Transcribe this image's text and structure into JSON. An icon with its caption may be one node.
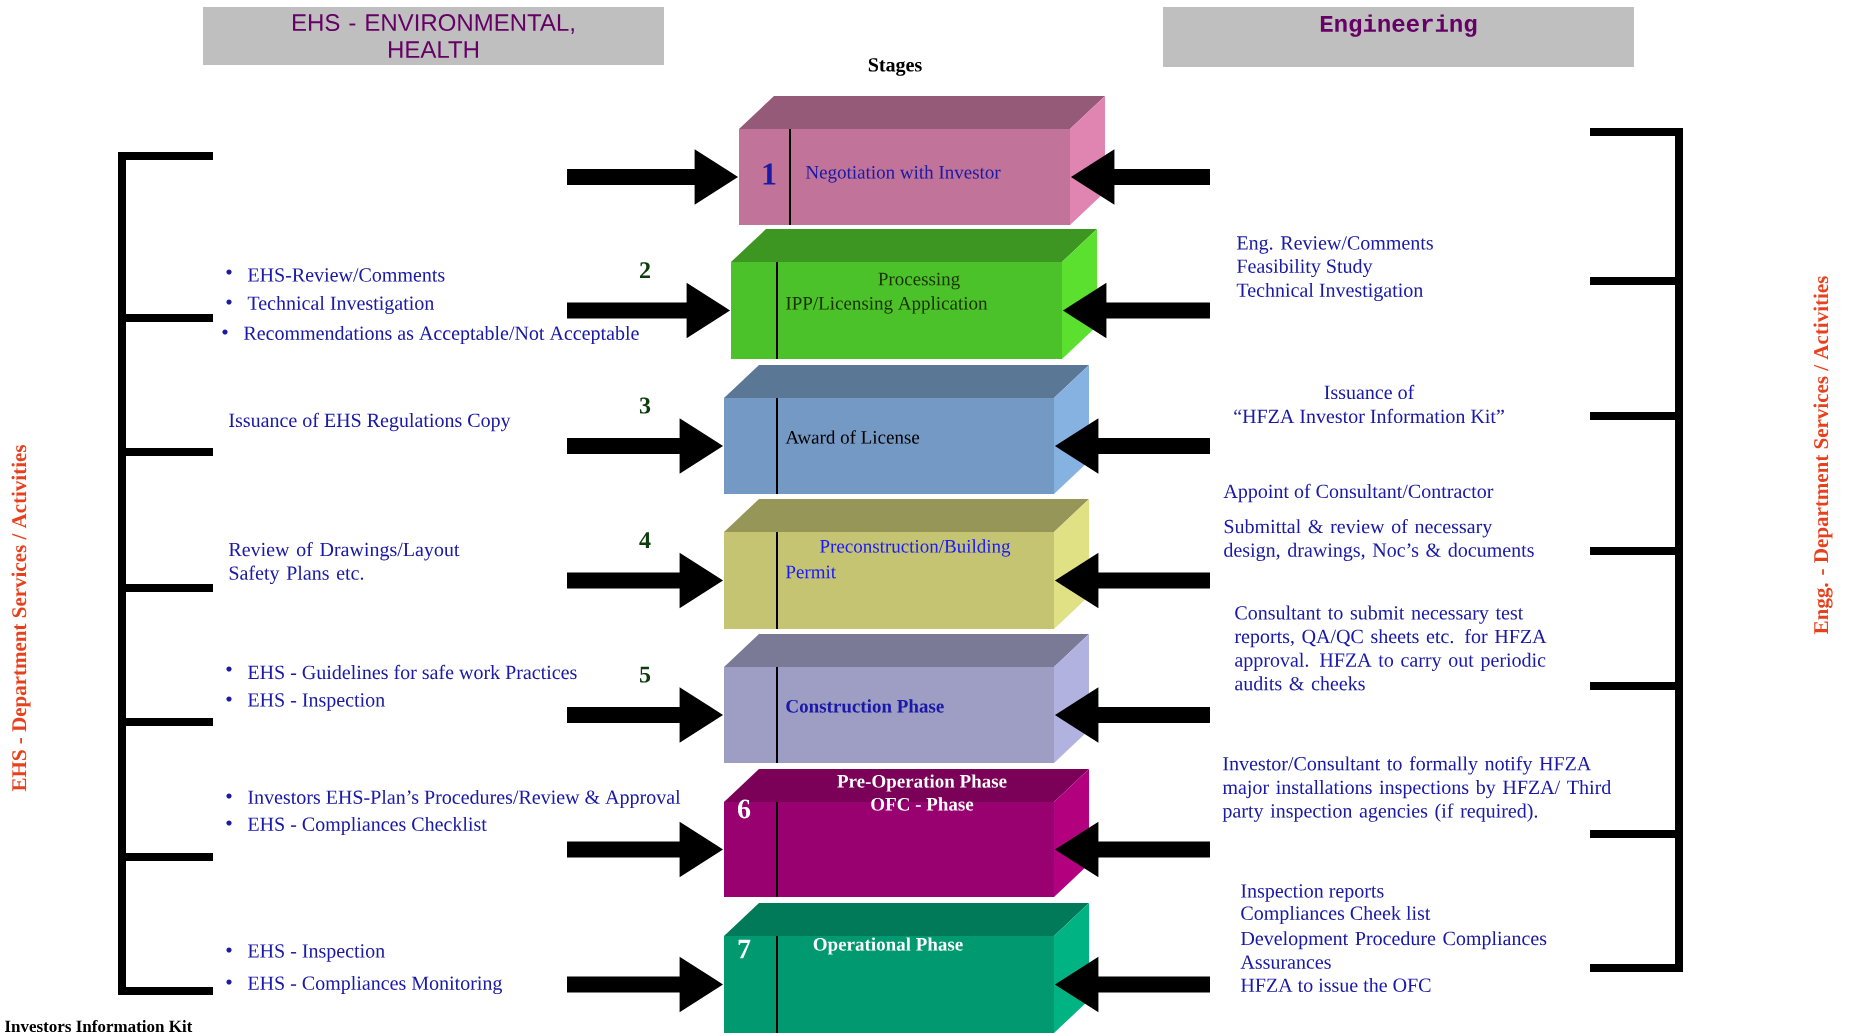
{
  "diagram": {
    "nodes": [
      {
        "text": [
          "EHS - ENVIRONMENTAL, HEALTH"
        ]
      },
      {
        "text": [
          "Engineering"
        ]
      },
      {
        "text": [
          "1",
          "Negotiation with Investor"
        ]
      },
      {
        "text": [
          "Processing",
          "IPP/Licensing Application"
        ],
        "beside": [
          "2"
        ]
      },
      {
        "text": [
          "Award of License"
        ],
        "beside": [
          "3"
        ]
      },
      {
        "text": [
          "Preconstruction/Building",
          "Permit"
        ],
        "beside": [
          "4"
        ]
      },
      {
        "text": [
          "Construction Phase"
        ],
        "beside": [
          "5"
        ]
      },
      {
        "text": [
          "6",
          "Pre-Operation Phase",
          "OFC - Phase"
        ]
      },
      {
        "text": [
          "7",
          "Operational Phase"
        ]
      }
    ],
    "edges": [
      {
        "from": null,
        "to": 2,
        "arrow": "to"
      },
      {
        "from": null,
        "to": 3,
        "arrow": "to"
      },
      {
        "from": null,
        "to": 4,
        "arrow": "to"
      },
      {
        "from": null,
        "to": 5,
        "arrow": "to"
      },
      {
        "from": null,
        "to": 6,
        "arrow": "to"
      },
      {
        "from": null,
        "to": 7,
        "arrow": "to"
      },
      {
        "from": null,
        "to": 8,
        "arrow": "to"
      },
      {
        "from": null,
        "to": 2,
        "arrow": "to"
      },
      {
        "from": null,
        "to": 3,
        "arrow": "to"
      },
      {
        "from": null,
        "to": 4,
        "arrow": "to"
      },
      {
        "from": null,
        "to": 5,
        "arrow": "to"
      },
      {
        "from": null,
        "to": 6,
        "arrow": "to"
      },
      {
        "from": null,
        "to": 7,
        "arrow": "to"
      },
      {
        "from": null,
        "to": 8,
        "arrow": "to"
      }
    ],
    "labels": [
      "Stages",
      "EHS - Department Services / Activities",
      "Engg. - Department Services / Activities",
      "EHS-Review/Comments",
      "Technical Investigation",
      "Recommendations as Acceptable/Not Acceptable",
      "Eng. Review/Comments",
      "Feasibility Study",
      "Technical Investigation",
      "Issuance of EHS Regulations Copy",
      "Issuance of",
      "“HFZA Investor Information Kit”",
      "Review of  Drawings/Layout Safety Plans etc.",
      "Appoint of Consultant/Contractor",
      "Submittal & review of necessary design, drawings, Noc’s & documents",
      "EHS - Guidelines for safe work Practices",
      "EHS - Inspection",
      "Consultant to submit necessary test reports, QA/QC sheets etc. for HFZA approval. HFZA to carry out periodic audits & cheeks",
      "Investors EHS-Plan’s Procedures/Review & Approval",
      "EHS - Compliances Checklist",
      "Investor/Consultant to formally notify HFZA major installations inspections by HFZA/ Third party inspection agencies (if required).",
      "EHS - Inspection",
      "EHS - Compliances Monitoring",
      "Inspection reports",
      "Compliances Cheek list",
      "Development Procedure Compliances Assurances",
      "HFZA to issue the OFC",
      "Investors Information Kit"
    ]
  }
}
